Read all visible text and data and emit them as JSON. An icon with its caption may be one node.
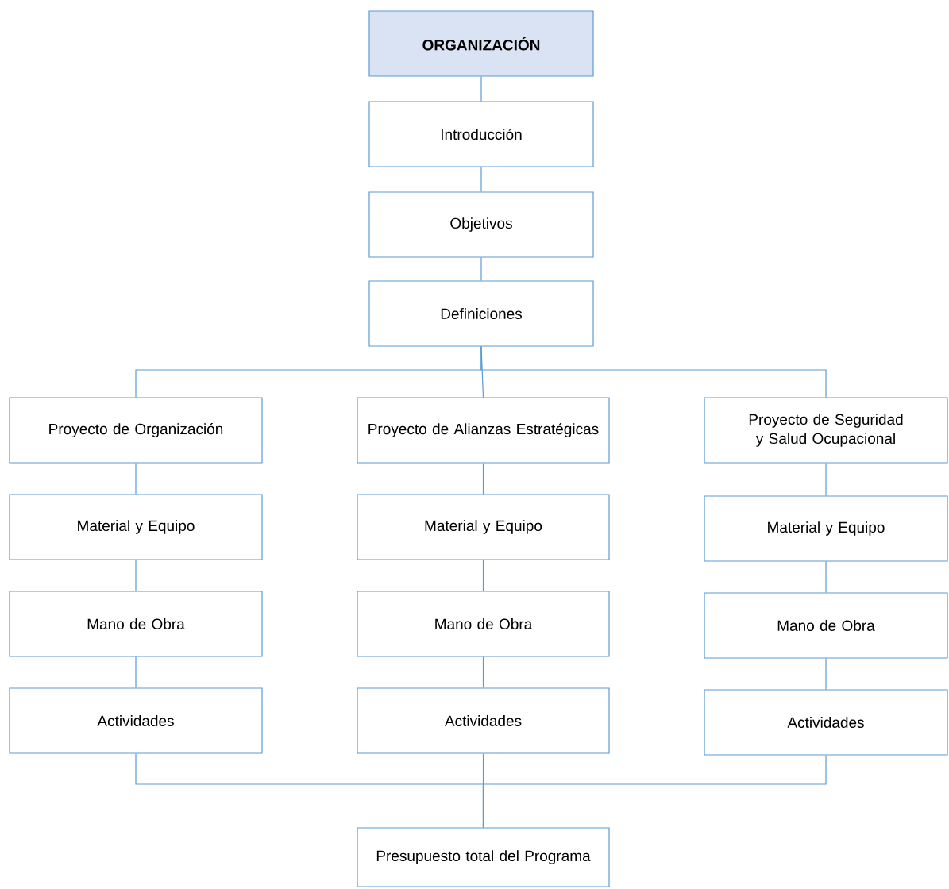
{
  "diagram": {
    "nodes": [
      {
        "text": [
          "ORGANIZACIÓN"
        ]
      },
      {
        "text": [
          "Introducción"
        ]
      },
      {
        "text": [
          "Objetivos"
        ]
      },
      {
        "text": [
          "Definiciones"
        ]
      },
      {
        "text": [
          "Proyecto de Organización"
        ]
      },
      {
        "text": [
          "Material y Equipo"
        ]
      },
      {
        "text": [
          "Mano de Obra"
        ]
      },
      {
        "text": [
          "Actividades"
        ]
      },
      {
        "text": [
          "Proyecto de Alianzas Estratégicas"
        ]
      },
      {
        "text": [
          "Material y Equipo"
        ]
      },
      {
        "text": [
          "Mano de Obra"
        ]
      },
      {
        "text": [
          "Actividades"
        ]
      },
      {
        "text": [
          "Proyecto de Seguridad y Salud Ocupacional"
        ]
      },
      {
        "text": [
          "Material y Equipo"
        ]
      },
      {
        "text": [
          "Mano de Obra"
        ]
      },
      {
        "text": [
          "Actividades"
        ]
      },
      {
        "text": [
          "Presupuesto total del Programa"
        ]
      }
    ],
    "edges": [
      {
        "from": 0,
        "to": 1,
        "arrow": "none"
      },
      {
        "from": 1,
        "to": 2,
        "arrow": "none"
      },
      {
        "from": 2,
        "to": 3,
        "arrow": "none"
      },
      {
        "from": 3,
        "to": 4,
        "arrow": "none"
      },
      {
        "from": 3,
        "to": 8,
        "arrow": "none"
      },
      {
        "from": 3,
        "to": 12,
        "arrow": "none"
      },
      {
        "from": 4,
        "to": 5,
        "arrow": "none"
      },
      {
        "from": 5,
        "to": 6,
        "arrow": "none"
      },
      {
        "from": 6,
        "to": 7,
        "arrow": "none"
      },
      {
        "from": 8,
        "to": 9,
        "arrow": "none"
      },
      {
        "from": 9,
        "to": 10,
        "arrow": "none"
      },
      {
        "from": 10,
        "to": 11,
        "arrow": "none"
      },
      {
        "from": 12,
        "to": 13,
        "arrow": "none"
      },
      {
        "from": 13,
        "to": 14,
        "arrow": "none"
      },
      {
        "from": 14,
        "to": 15,
        "arrow": "none"
      },
      {
        "from": 7,
        "to": 16,
        "arrow": "none"
      },
      {
        "from": 11,
        "to": 16,
        "arrow": "none"
      },
      {
        "from": 15,
        "to": 16,
        "arrow": "none"
      }
    ]
  }
}
